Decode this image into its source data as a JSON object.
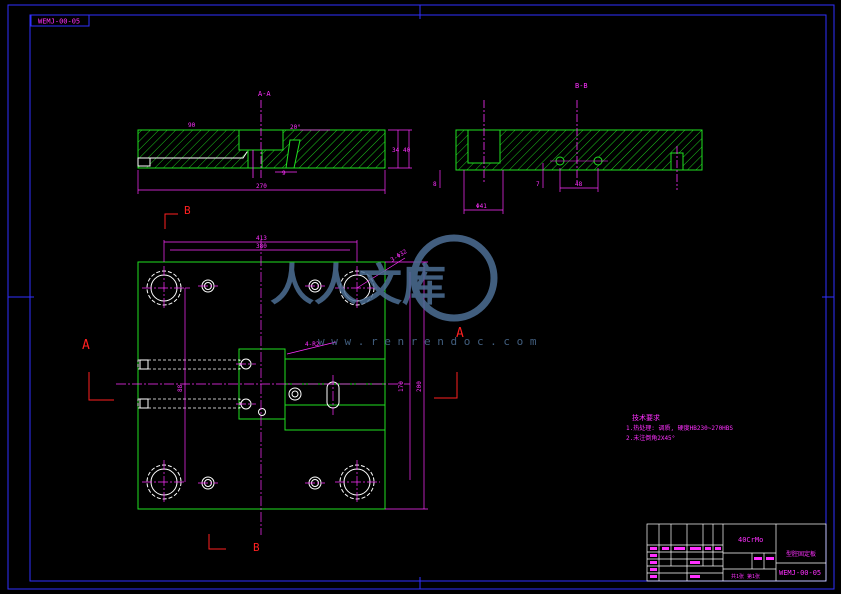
{
  "drawing_number_tag": "WEMJ-00-05",
  "sections": {
    "aa_title": "A-A",
    "bb_title": "B-B",
    "cut_a_left": "A",
    "cut_a_right": "A",
    "cut_b_top": "B",
    "cut_b_bottom": "B"
  },
  "dims": {
    "a_tl_note": "90",
    "a_chamfer": "20°",
    "a_right_1": "34",
    "a_right_2": "40",
    "a_small": "9",
    "a_overall": "270",
    "b_left_small": "8",
    "b_hole_depth": "7",
    "b_bottom_1": "48",
    "b_bottom_2": "Φ41",
    "top_1": "413",
    "top_2": "380",
    "circle_note": "3-Φ32",
    "radius_note": "4-R2",
    "left_vert": "88",
    "right_vert_1": "170",
    "right_vert_2": "200"
  },
  "tech_req": {
    "title": "技术要求",
    "line1": "1.热处理: 调质, 硬度HB230~270HBS",
    "line2": "2.未注倒角2X45°"
  },
  "watermark": {
    "text": "人人文库",
    "url": "w w w . r e n r e n d o c . c o m"
  },
  "title_block": {
    "material": "40CrMo",
    "part_name": "型腔固定板",
    "drawing_no": "WEMJ-00-05",
    "sheet": "共1张 第1张"
  },
  "colors": {
    "frame": "#3030ff",
    "outline": "#20e020",
    "hatch": "#20e020",
    "dimension": "#ff30ff",
    "centerline": "#ff30ff",
    "cut_mark": "#ff2020",
    "text": "#ff30ff",
    "watermark": "#4d6f95"
  }
}
